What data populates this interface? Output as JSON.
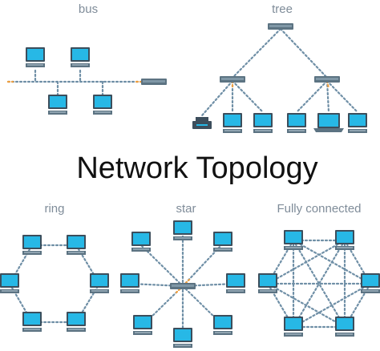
{
  "title": "Network Topology",
  "labels": {
    "bus": "bus",
    "tree": "tree",
    "ring": "ring",
    "star": "star",
    "full": "Fully connected"
  },
  "colors": {
    "screen": "#27b8e6",
    "frame": "#3c4e5c",
    "link": "#6f8fa6",
    "link_accent": "#f0a040",
    "hub": "#5c7382",
    "label": "#7f8c99"
  },
  "icons": [
    "monitor-icon",
    "printer-icon",
    "laptop-icon",
    "hub-icon"
  ]
}
